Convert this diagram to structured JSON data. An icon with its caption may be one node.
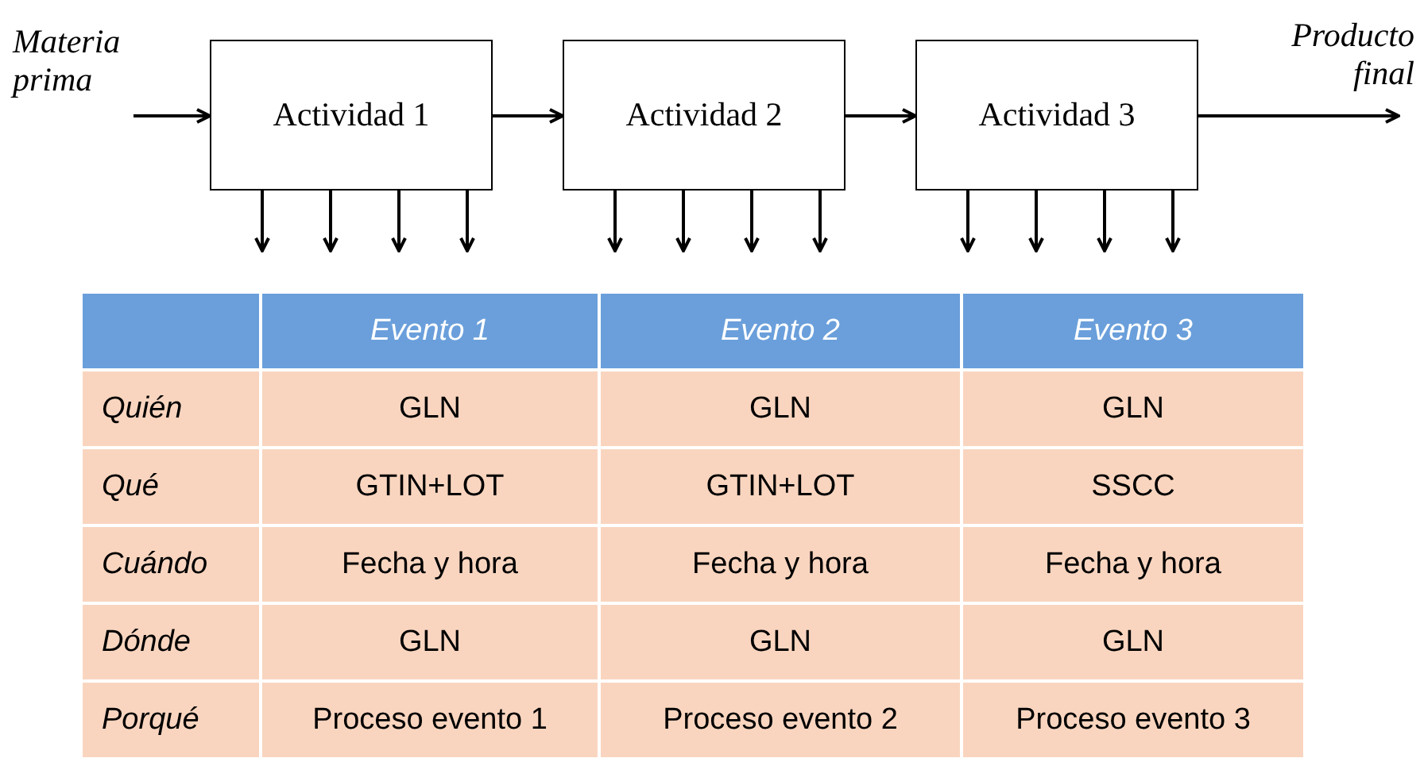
{
  "diagram": {
    "nodes": [
      {
        "text": [
          "Materia prima"
        ]
      },
      {
        "text": [
          "Actividad 1"
        ]
      },
      {
        "text": [
          "Actividad 2"
        ]
      },
      {
        "text": [
          "Actividad 3"
        ]
      },
      {
        "text": [
          "Producto final"
        ]
      }
    ],
    "edges": [
      {
        "from": 0,
        "to": 1,
        "arrow": "to"
      },
      {
        "from": 1,
        "to": 2,
        "arrow": "to"
      },
      {
        "from": 2,
        "to": 3,
        "arrow": "to"
      },
      {
        "from": 3,
        "to": 4,
        "arrow": "to"
      },
      {
        "from": 1,
        "to": null,
        "arrow": "to"
      },
      {
        "from": 1,
        "to": null,
        "arrow": "to"
      },
      {
        "from": 1,
        "to": null,
        "arrow": "to"
      },
      {
        "from": 1,
        "to": null,
        "arrow": "to"
      },
      {
        "from": 2,
        "to": null,
        "arrow": "to"
      },
      {
        "from": 2,
        "to": null,
        "arrow": "to"
      },
      {
        "from": 2,
        "to": null,
        "arrow": "to"
      },
      {
        "from": 2,
        "to": null,
        "arrow": "to"
      },
      {
        "from": 3,
        "to": null,
        "arrow": "to"
      },
      {
        "from": 3,
        "to": null,
        "arrow": "to"
      },
      {
        "from": 3,
        "to": null,
        "arrow": "to"
      },
      {
        "from": 3,
        "to": null,
        "arrow": "to"
      }
    ],
    "labels": [
      "Evento 1",
      "Evento 2",
      "Evento 3",
      "Quién",
      "GLN",
      "GLN",
      "GLN",
      "Qué",
      "GTIN+LOT",
      "GTIN+LOT",
      "SSCC",
      "Cuándo",
      "Fecha y hora",
      "Fecha y hora",
      "Fecha y hora",
      "Dónde",
      "GLN",
      "GLN",
      "GLN",
      "Porqué",
      "Proceso evento 1",
      "Proceso evento 2",
      "Proceso evento 3"
    ]
  }
}
